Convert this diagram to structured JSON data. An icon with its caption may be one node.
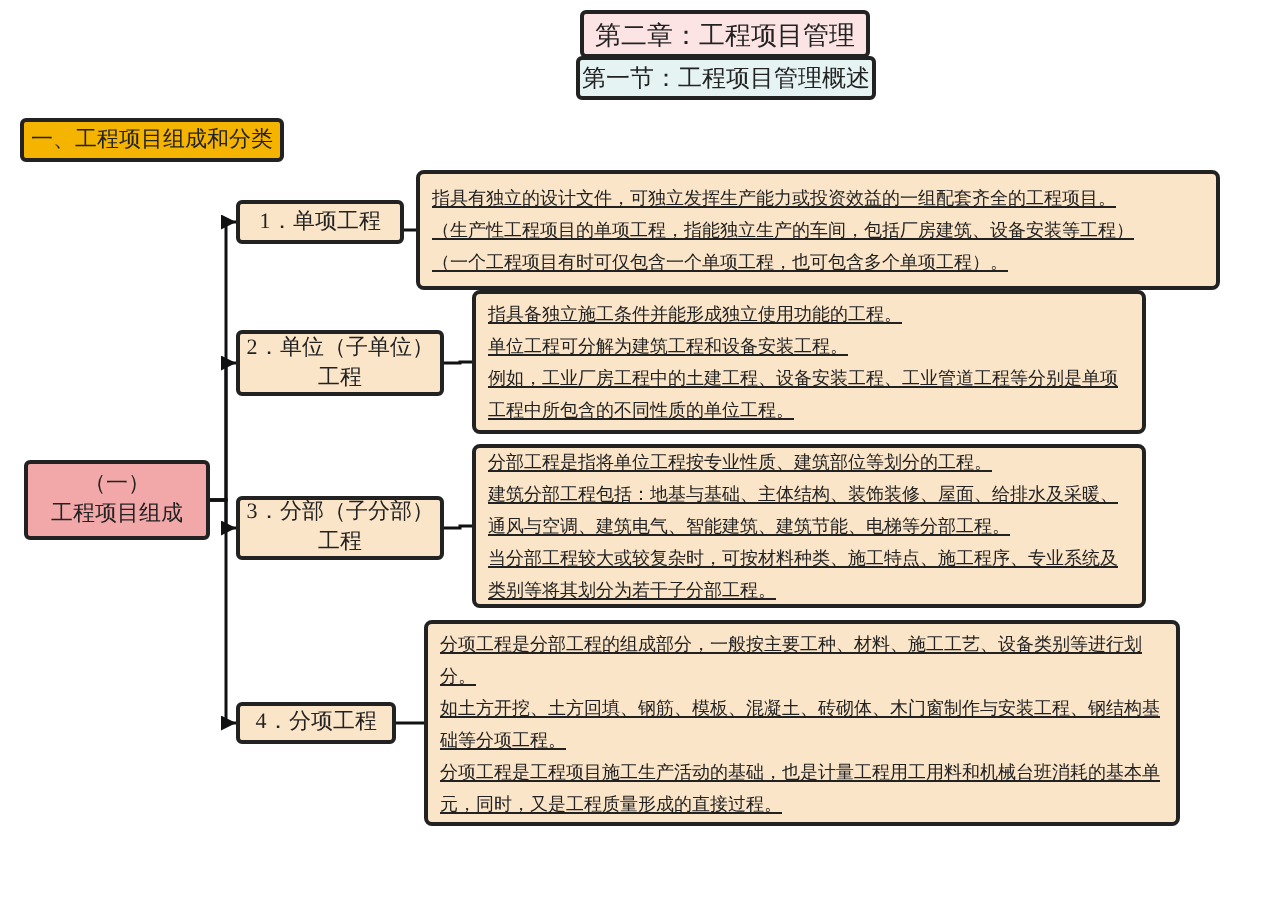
{
  "diagram": {
    "nodes": [
      {
        "text": [
          "第二章：工程项目管理"
        ]
      },
      {
        "text": [
          "第一节：工程项目管理概述"
        ]
      },
      {
        "text": [
          "一、工程项目组成和分类"
        ]
      },
      {
        "text": [
          "（一）",
          "工程项目组成"
        ]
      },
      {
        "text": [
          "1．单项工程"
        ]
      },
      {
        "text": [
          "指具有独立的设计文件，可独立发挥生产能力或投资效益的一组配套齐全的工程项目。",
          "（生产性工程项目的单项工程，指能独立生产的车间，包括厂房建筑、设备安装等工程）",
          "（一个工程项目有时可仅包含一个单项工程，也可包含多个单项工程）。"
        ]
      },
      {
        "text": [
          "2．单位（子单位）工程"
        ]
      },
      {
        "text": [
          "指具备独立施工条件并能形成独立使用功能的工程。",
          "单位工程可分解为建筑工程和设备安装工程。",
          "例如，工业厂房工程中的土建工程、设备安装工程、工业管道工程等分别是单项工程中所包含的不同性质的单位工程。"
        ]
      },
      {
        "text": [
          "3．分部（子分部）工程"
        ]
      },
      {
        "text": [
          "分部工程是指将单位工程按专业性质、建筑部位等划分的工程。",
          "建筑分部工程包括：地基与基础、主体结构、装饰装修、屋面、给排水及采暖、通风与空调、建筑电气、智能建筑、建筑节能、电梯等分部工程。",
          "当分部工程较大或较复杂时，可按材料种类、施工特点、施工程序、专业系统及类别等将其划分为若干子分部工程。"
        ]
      },
      {
        "text": [
          "4．分项工程"
        ]
      },
      {
        "text": [
          "分项工程是分部工程的组成部分，一般按主要工种、材料、施工工艺、设备类别等进行划分。",
          "如土方开挖、土方回填、钢筋、模板、混凝土、砖砌体、木门窗制作与安装工程、钢结构基础等分项工程。",
          "分项工程是工程项目施工生产活动的基础，也是计量工程用工用料和机械台班消耗的基本单元，同时，又是工程质量形成的直接过程。"
        ]
      }
    ],
    "edges": [
      {
        "from": 3,
        "to": 4,
        "arrow": "to"
      },
      {
        "from": 3,
        "to": 6,
        "arrow": "to"
      },
      {
        "from": 3,
        "to": 8,
        "arrow": "to"
      },
      {
        "from": 3,
        "to": 10,
        "arrow": "to"
      },
      {
        "from": 4,
        "to": 5,
        "arrow": "none"
      },
      {
        "from": 6,
        "to": 7,
        "arrow": "none"
      },
      {
        "from": 8,
        "to": 9,
        "arrow": "none"
      },
      {
        "from": 10,
        "to": 11,
        "arrow": "none"
      }
    ]
  }
}
